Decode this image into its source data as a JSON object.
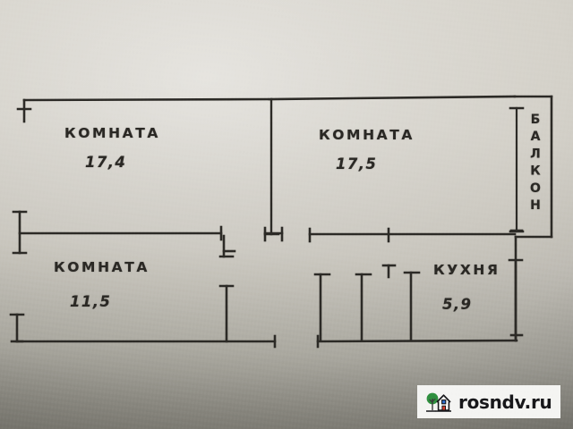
{
  "document": {
    "type": "apartment-floor-plan",
    "medium": "hand-drawn-paper-photo",
    "paper_color": "#d2cfc7",
    "ink_color": "#2a2824"
  },
  "rooms": [
    {
      "id": "room-top-left",
      "name": "КОМНАТА",
      "area": "17,4"
    },
    {
      "id": "room-top-right",
      "name": "КОМНАТА",
      "area": "17,5"
    },
    {
      "id": "room-bottom-left",
      "name": "КОМНАТА",
      "area": "11,5"
    },
    {
      "id": "kitchen",
      "name": "КУХНЯ",
      "area": "5,9"
    }
  ],
  "balcony": {
    "name": "БАЛКОН"
  },
  "watermark": {
    "text": "rosndv.ru",
    "icon": "house-and-tree-logo",
    "colors": {
      "background": "#f4f4f2",
      "text": "#17171a",
      "tree": "#2f8f3e",
      "trunk": "#3a3a3a",
      "house_outline": "#17171a",
      "window": "#2f6fd0",
      "door": "#d93b2b"
    }
  }
}
